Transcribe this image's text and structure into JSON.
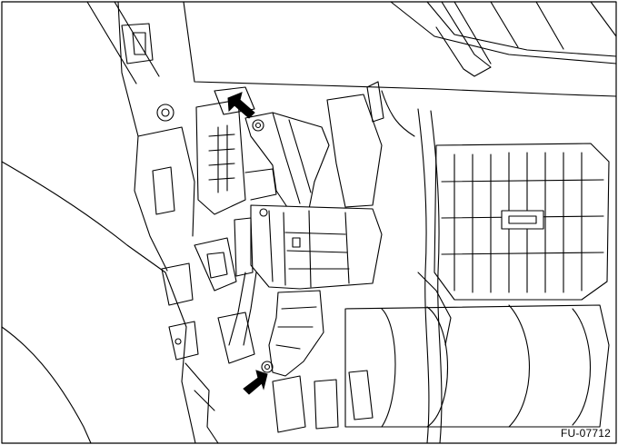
{
  "figure": {
    "code": "FU-07712",
    "colors": {
      "line": "#000000",
      "fill": "#ffffff",
      "arrow": "#000000"
    },
    "callouts": [
      {
        "name": "upper-bolt-arrow",
        "icon": "arrow-down-right-icon"
      },
      {
        "name": "lower-bolt-arrow",
        "icon": "arrow-up-left-icon"
      }
    ]
  }
}
